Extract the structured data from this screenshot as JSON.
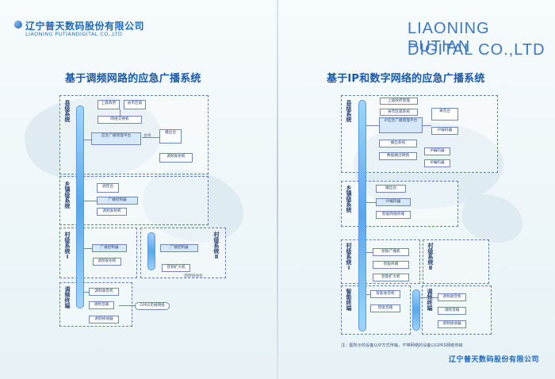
{
  "header": {
    "brand_cn": "辽宁普天数码股份有限公司",
    "brand_en_small": "LIAONING PUTIANDIGITAL CO.,LTD",
    "brand_en_large_line1": "LIAONING PUTIAN",
    "brand_en_large_line2": "DIGITAL CO.,LTD"
  },
  "left": {
    "title": "基于调频网路的应急广播系统",
    "labels": [
      "县级系统",
      "乡镇级系统",
      "村级系统Ⅰ",
      "村级系统Ⅱ",
      "调频终端"
    ],
    "boxes": [
      "上级政府",
      "县市区级",
      "网络交换机",
      "应急广播管理平台",
      "播出台",
      "调频发射机",
      "调音台",
      "广播控制器",
      "调频发射机",
      "广播控制器",
      "调频发射机",
      "广播控制器",
      "音频扩大机",
      "调频收音机",
      "调频音箱",
      "调频接收器",
      "GPRS无线网络"
    ],
    "legend": [
      "总线",
      "调频接收机"
    ]
  },
  "right": {
    "title": "基于IP和数字网络的应急广播系统",
    "labels": [
      "县级系统",
      "乡镇级系统",
      "村级系统Ⅰ",
      "村级系统Ⅱ",
      "智能终端",
      "调频终端"
    ],
    "boxes": [
      "上级政府管理",
      "县市区级系统",
      "IP应急广播管理平台",
      "录音台",
      "IP编码器",
      "播出系统",
      "数据播出网络",
      "IP编码器",
      "IP编码器",
      "播出台",
      "IP编码器",
      "智能网络终端",
      "智能广播机",
      "智能终端",
      "智能扩大机",
      "智能收音机",
      "智能音箱",
      "调频收音机",
      "调频音箱",
      "调频接收器"
    ],
    "note": "注：图所示的设备以IP方式传输，不带网络的设备以GPRS网络传输",
    "footer_brand_cn": "辽宁普天数码股份有限公司"
  }
}
